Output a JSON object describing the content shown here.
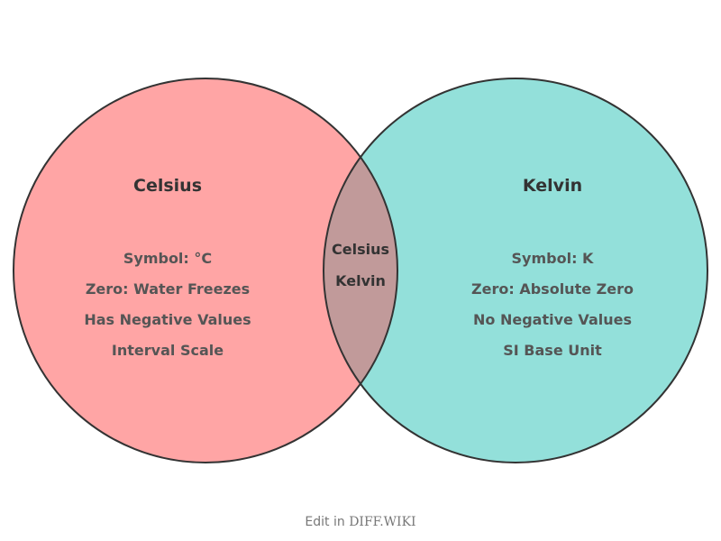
{
  "diagram": {
    "type": "venn",
    "left": {
      "title": "Celsius",
      "color": "#ffa5a5",
      "items": [
        "Symbol: °C",
        "Zero: Water Freezes",
        "Has Negative Values",
        "Interval Scale"
      ]
    },
    "right": {
      "title": "Kelvin",
      "color": "#93e0da",
      "items": [
        "Symbol: K",
        "Zero: Absolute Zero",
        "No Negative Values",
        "SI Base Unit"
      ]
    },
    "overlap": {
      "color": "#c19a9a",
      "labels": [
        "Celsius",
        "Kelvin"
      ]
    },
    "stroke_color": "#333333"
  },
  "footer": {
    "prefix": "Edit in ",
    "brand": "DIFF.WIKI"
  }
}
